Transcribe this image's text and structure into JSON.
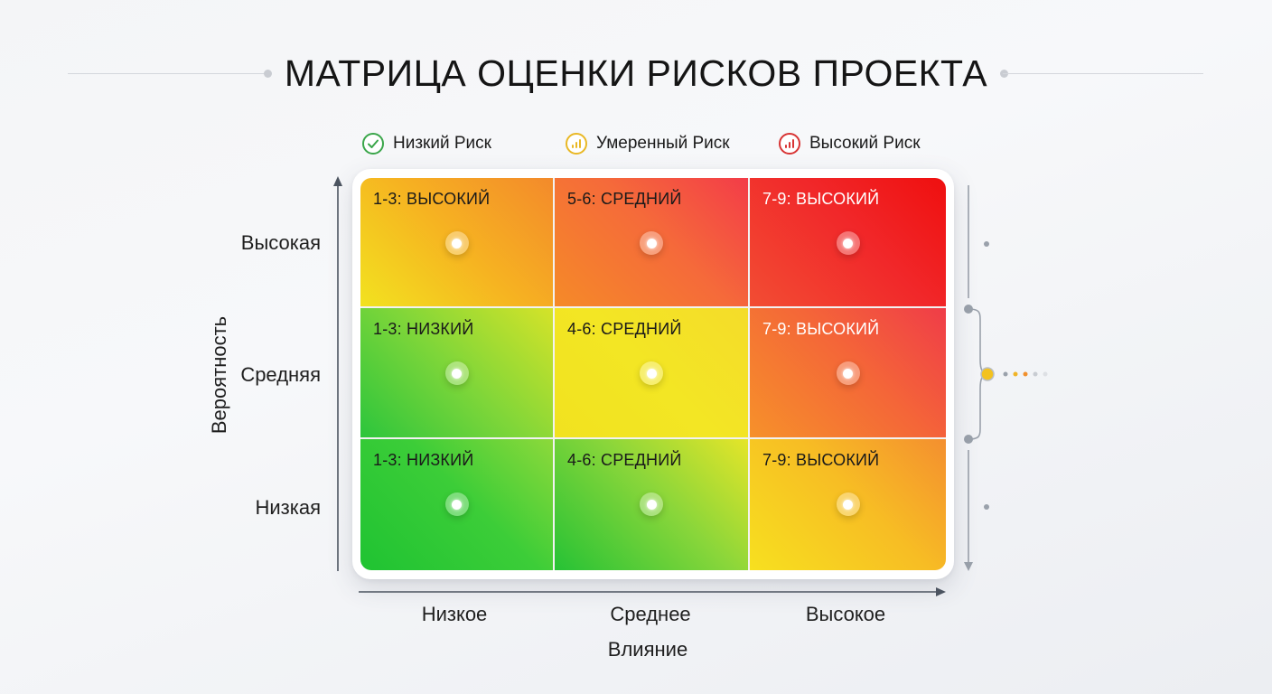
{
  "title": "МАТРИЦА ОЦЕНКИ РИСКОВ ПРОЕКТА",
  "legend": [
    {
      "label": "Низкий Риск",
      "icon": "check-icon",
      "color": "#3aa64a"
    },
    {
      "label": "Умеренный Риск",
      "icon": "bar-chart-icon",
      "color": "#e9b825"
    },
    {
      "label": "Высокий Риск",
      "icon": "bar-chart-icon",
      "color": "#d83434"
    }
  ],
  "y_axis": {
    "title": "Вероятность",
    "levels": [
      "Высокая",
      "Средняя",
      "Низкая"
    ]
  },
  "x_axis": {
    "title": "Влияние",
    "levels": [
      "Низкое",
      "Среднее",
      "Высокое"
    ]
  },
  "matrix": [
    [
      {
        "label": "1-3: ВЫСОКИЙ",
        "gradient": "linear-gradient(45deg, #f2e21f 0%, #f6b321 50%, #f38a2b 100%)",
        "text_color": "#1a1a1a"
      },
      {
        "label": "5-6: СРЕДНИЙ",
        "gradient": "linear-gradient(45deg, #f58a28 0%, #f56a3a 55%, #f33c48 100%)",
        "text_color": "#1a1a1a"
      },
      {
        "label": "7-9: ВЫСОКИЙ",
        "gradient": "linear-gradient(45deg, #f24d33 0%, #f1282a 55%, #ef0f0f 100%)",
        "text_color": "#ffffff"
      }
    ],
    [
      {
        "label": "1-3: НИЗКИЙ",
        "gradient": "linear-gradient(45deg, #2cc53c 0%, #7fd639 50%, #d5e329 100%)",
        "text_color": "#1a1a1a"
      },
      {
        "label": "4-6: СРЕДНИЙ",
        "gradient": "linear-gradient(45deg, #f1e21f 0%, #f3e624 50%, #f4dc2a 100%)",
        "text_color": "#1a1a1a"
      },
      {
        "label": "7-9: ВЫСОКИЙ",
        "gradient": "linear-gradient(45deg, #f6912a 0%, #f46638 55%, #f03c48 100%)",
        "text_color": "#ffffff"
      }
    ],
    [
      {
        "label": "1-3: НИЗКИЙ",
        "gradient": "linear-gradient(45deg, #1fc332 0%, #3ccd38 55%, #8dd93a 100%)",
        "text_color": "#1a1a1a"
      },
      {
        "label": "4-6: СРЕДНИЙ",
        "gradient": "linear-gradient(45deg, #26c235 0%, #8ad63a 55%, #e5e529 100%)",
        "text_color": "#1a1a1a"
      },
      {
        "label": "7-9: ВЫСОКИЙ",
        "gradient": "linear-gradient(45deg, #f7e01f 0%, #f7bd24 55%, #f48f2f 100%)",
        "text_color": "#1a1a1a"
      }
    ]
  ]
}
